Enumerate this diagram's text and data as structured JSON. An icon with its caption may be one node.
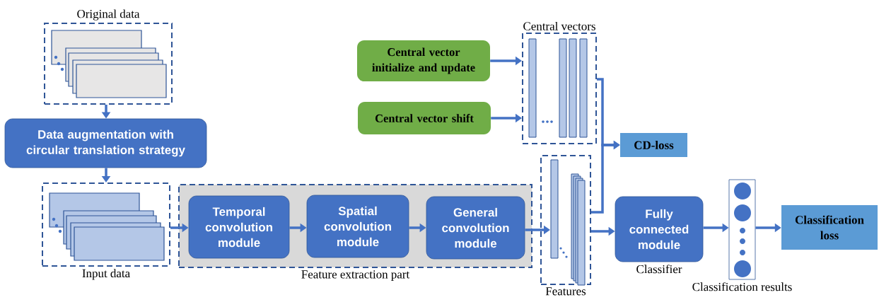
{
  "diagram": {
    "nodes": [
      {
        "text": [
          "Original data"
        ]
      },
      {
        "text": [
          "Data augmentation with circular translation strategy"
        ]
      },
      {
        "text": [
          "Input data"
        ]
      },
      {
        "text": [
          "Feature extraction part"
        ]
      },
      {
        "text": [
          "Temporal convolution module"
        ],
        "in": 3
      },
      {
        "text": [
          "Spatial convolution module"
        ],
        "in": 3
      },
      {
        "text": [
          "General convolution module"
        ],
        "in": 3
      },
      {
        "text": [
          "Central vector initialize and update"
        ]
      },
      {
        "text": [
          "Central vector shift"
        ]
      },
      {
        "text": [
          "Central vectors"
        ]
      },
      {
        "text": [
          "Features"
        ]
      },
      {
        "text": [
          "CD-loss"
        ]
      },
      {
        "text": [
          "Fully connected module"
        ],
        "beside": [
          "Classifier"
        ]
      },
      {
        "text": [
          "Classification results"
        ]
      },
      {
        "text": [
          "Classification loss"
        ]
      }
    ],
    "edges": [
      {
        "from": 0,
        "to": 1,
        "arrow": "to"
      },
      {
        "from": 1,
        "to": 2,
        "arrow": "to"
      },
      {
        "from": 2,
        "to": 4,
        "arrow": "to"
      },
      {
        "from": 4,
        "to": 5,
        "arrow": "to"
      },
      {
        "from": 5,
        "to": 6,
        "arrow": "to"
      },
      {
        "from": 6,
        "to": 10,
        "arrow": "to"
      },
      {
        "from": 7,
        "to": 9,
        "arrow": "to"
      },
      {
        "from": 8,
        "to": 9,
        "arrow": "to"
      },
      {
        "from": 9,
        "to": 11,
        "arrow": "to"
      },
      {
        "from": 10,
        "to": 11,
        "arrow": "to"
      },
      {
        "from": 10,
        "to": 12,
        "arrow": "to"
      },
      {
        "from": 12,
        "to": 13,
        "arrow": "to"
      },
      {
        "from": 13,
        "to": 14,
        "arrow": "to"
      }
    ]
  }
}
